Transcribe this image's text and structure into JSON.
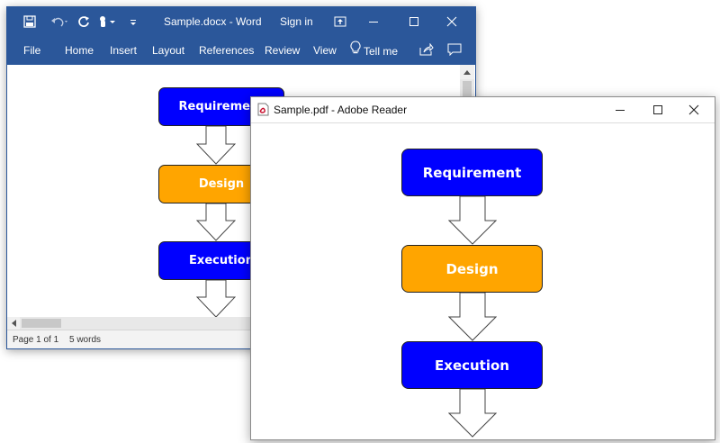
{
  "word": {
    "window_title": "Sample.docx - Word",
    "sign_in": "Sign in",
    "ribbon_tabs": [
      "File",
      "Home",
      "Insert",
      "Layout",
      "References",
      "Review",
      "View"
    ],
    "tell_me": "Tell me",
    "status": {
      "page": "Page 1 of 1",
      "words": "5 words"
    },
    "colors": {
      "title_bar": "#2b579a"
    }
  },
  "pdf": {
    "window_title": "Sample.pdf - Adobe Reader"
  },
  "flowchart": {
    "steps": [
      {
        "label": "Requirement",
        "color": "#0000ff"
      },
      {
        "label": "Design",
        "color": "#ffa500"
      },
      {
        "label": "Execution",
        "color": "#0000ff"
      }
    ]
  }
}
